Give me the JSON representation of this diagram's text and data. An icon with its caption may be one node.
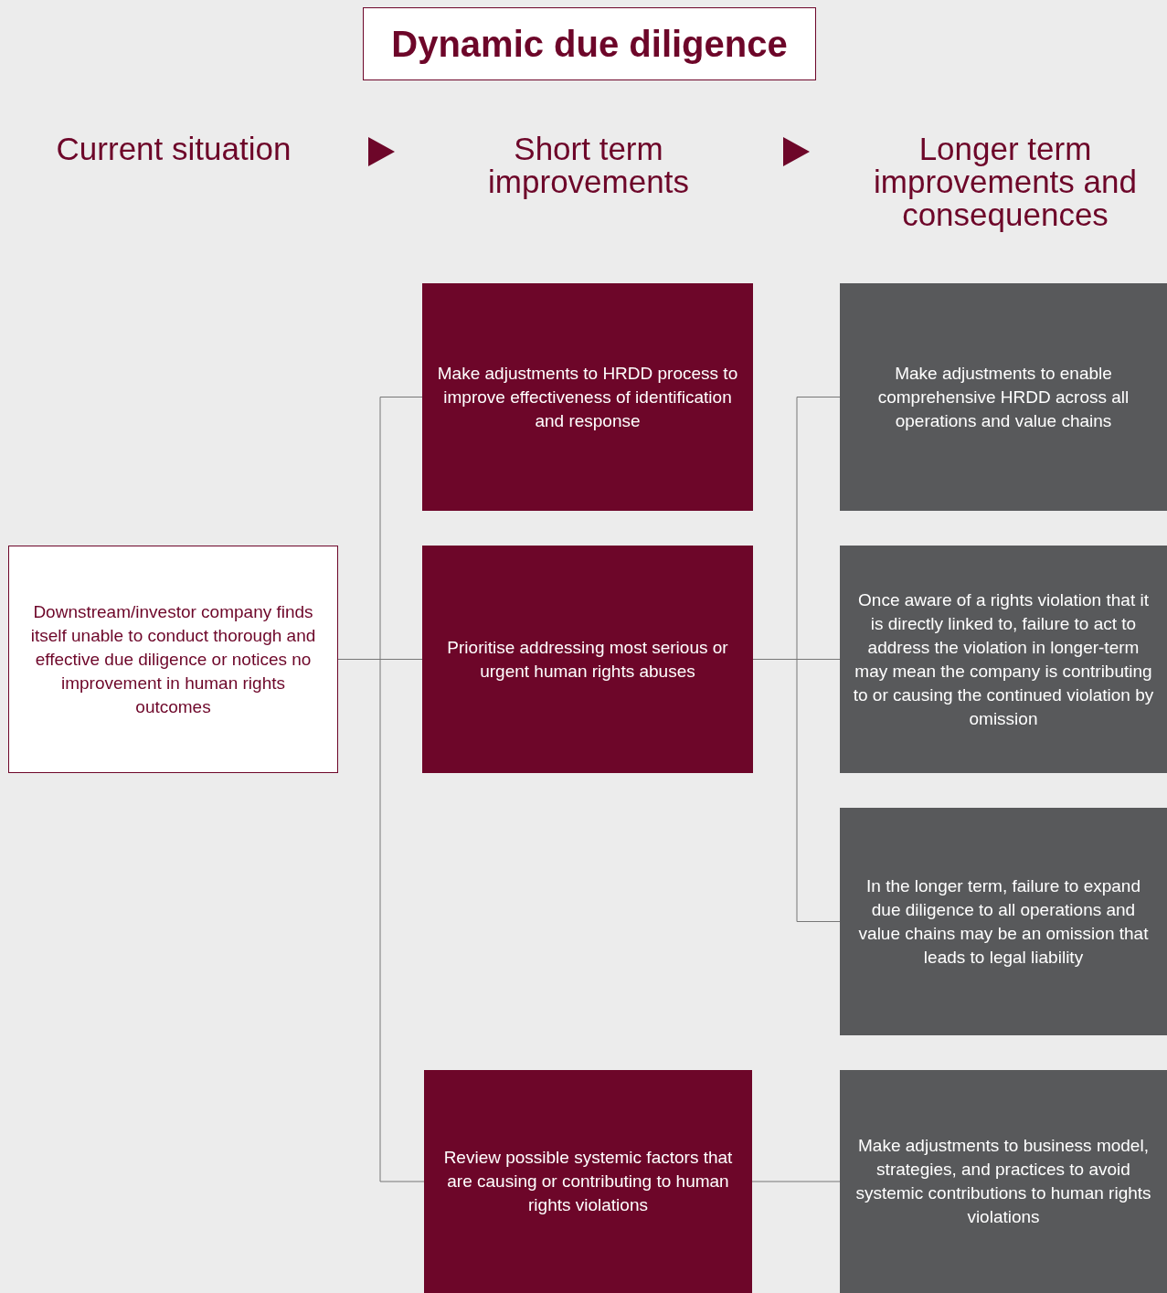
{
  "diagram": {
    "title": "Dynamic due diligence",
    "nodes": [
      {
        "text": [
          "Downstream/investor company finds itself unable to conduct thorough and effective due diligence or notices no improvement in human rights outcomes"
        ]
      },
      {
        "text": [
          "Make adjustments to HRDD process to improve effectiveness of identification and response"
        ]
      },
      {
        "text": [
          "Prioritise addressing most serious or urgent human rights abuses"
        ]
      },
      {
        "text": [
          "Review possible systemic factors that are causing or contributing to human rights violations"
        ]
      },
      {
        "text": [
          "Make adjustments to enable comprehensive HRDD across all operations and value chains"
        ]
      },
      {
        "text": [
          "Once aware of a rights violation that it is directly linked to, failure to act to address the violation in longer-term may mean the company is contributing to or causing the continued violation by omission"
        ]
      },
      {
        "text": [
          "In the longer term, failure to expand due diligence to all operations and value chains may be an omission that leads to legal liability"
        ]
      },
      {
        "text": [
          "Make adjustments to business model, strategies, and practices to avoid systemic contributions to human rights violations"
        ]
      }
    ],
    "edges": [
      {
        "from": 0,
        "to": 1,
        "arrow": "none"
      },
      {
        "from": 0,
        "to": 2,
        "arrow": "none"
      },
      {
        "from": 0,
        "to": 3,
        "arrow": "none"
      },
      {
        "from": 2,
        "to": 4,
        "arrow": "none"
      },
      {
        "from": 2,
        "to": 5,
        "arrow": "none"
      },
      {
        "from": 2,
        "to": 6,
        "arrow": "none"
      },
      {
        "from": 3,
        "to": 7,
        "arrow": "none"
      }
    ],
    "labels": [
      "Current situation",
      "Short term improvements",
      "Longer term improvements and consequences"
    ]
  }
}
